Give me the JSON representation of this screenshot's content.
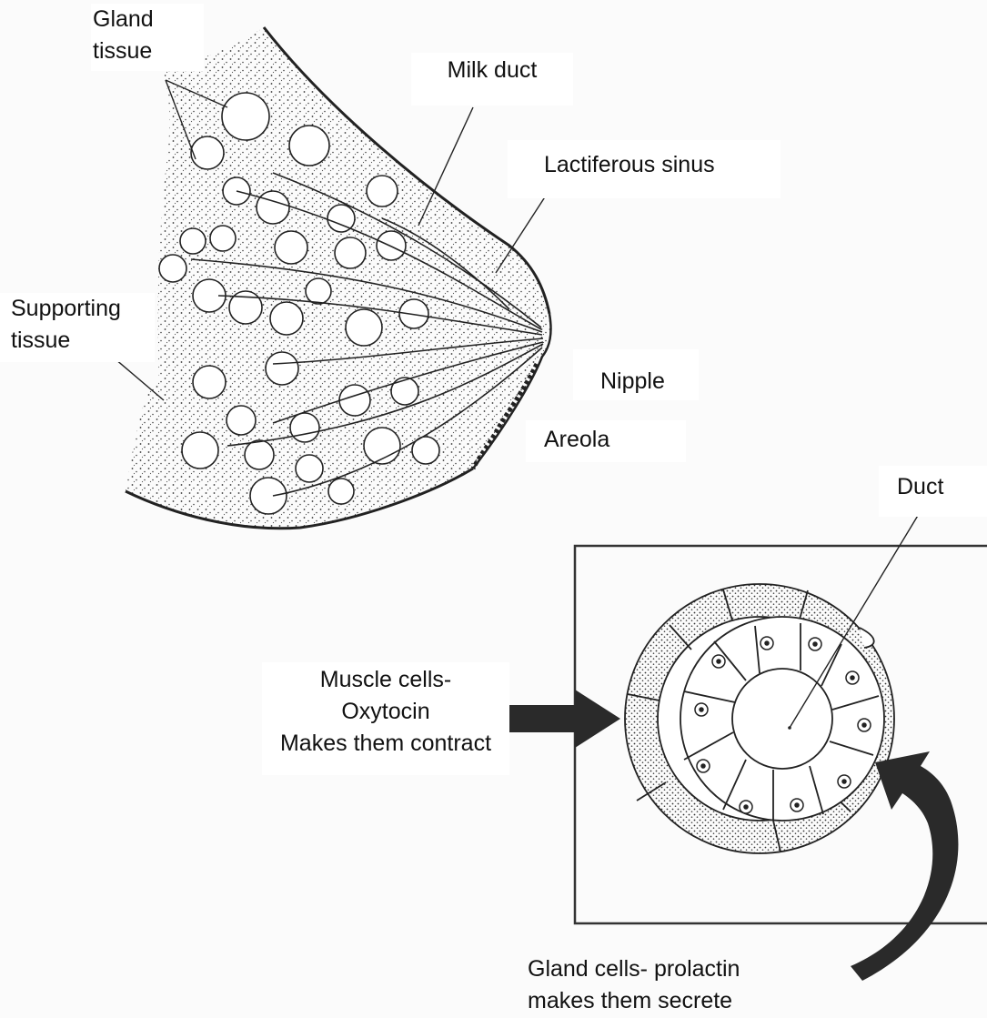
{
  "labels": {
    "gland_tissue": [
      "Gland",
      "tissue"
    ],
    "milk_duct": "Milk duct",
    "lactiferous_sinus": "Lactiferous sinus",
    "supporting_tissue": [
      "Supporting",
      "tissue"
    ],
    "nipple": "Nipple",
    "areola": "Areola",
    "duct": "Duct",
    "muscle_cells": [
      "Muscle cells-",
      "Oxytocin",
      "Makes them contract"
    ],
    "gland_cells": [
      "Gland cells- prolactin",
      "makes them secrete"
    ]
  },
  "colors": {
    "ink": "#222222",
    "arrow": "#2a2a2a",
    "label_background": "#ffffff",
    "page_background": "#fbfbfb"
  }
}
